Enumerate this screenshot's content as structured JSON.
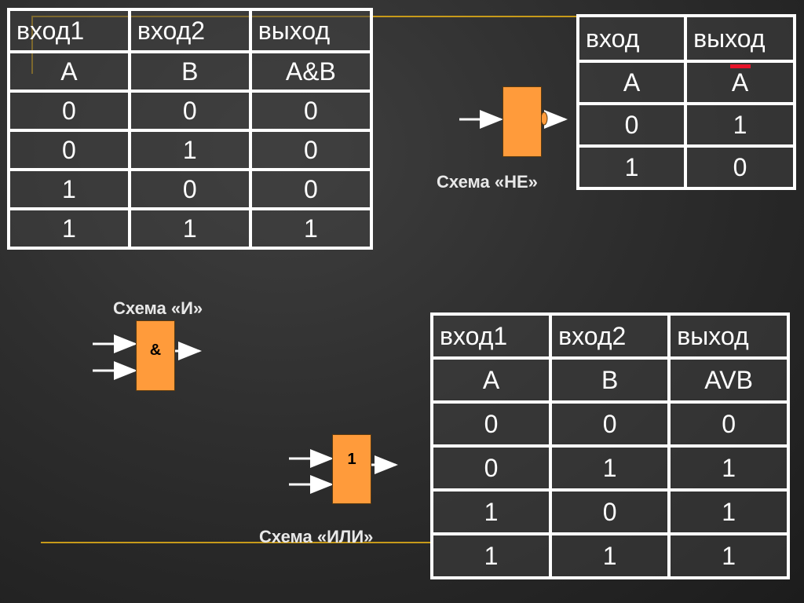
{
  "and_table": {
    "headers": [
      "вход1",
      "вход2",
      "выход"
    ],
    "rows": [
      [
        "A",
        "B",
        "A&B"
      ],
      [
        "0",
        "0",
        "0"
      ],
      [
        "0",
        "1",
        "0"
      ],
      [
        "1",
        "0",
        "0"
      ],
      [
        "1",
        "1",
        "1"
      ]
    ]
  },
  "not_table": {
    "headers": [
      "вход",
      "выход"
    ],
    "rows": [
      [
        "A",
        "A"
      ],
      [
        "0",
        "1"
      ],
      [
        "1",
        "0"
      ]
    ]
  },
  "or_table": {
    "headers": [
      "вход1",
      "вход2",
      "выход"
    ],
    "rows": [
      [
        "A",
        "B",
        "AVB"
      ],
      [
        "0",
        "0",
        "0"
      ],
      [
        "0",
        "1",
        "1"
      ],
      [
        "1",
        "0",
        "1"
      ],
      [
        "1",
        "1",
        "1"
      ]
    ]
  },
  "not_gate": {
    "caption": "Схема «НЕ»"
  },
  "and_gate": {
    "caption": "Схема «И»",
    "symbol": "&"
  },
  "or_gate": {
    "caption": "Схема «ИЛИ»",
    "symbol": "1"
  },
  "colors": {
    "gate_fill": "#ff9b3b",
    "accent_line": "#c79a1a",
    "negation_bar": "#e8142a"
  }
}
